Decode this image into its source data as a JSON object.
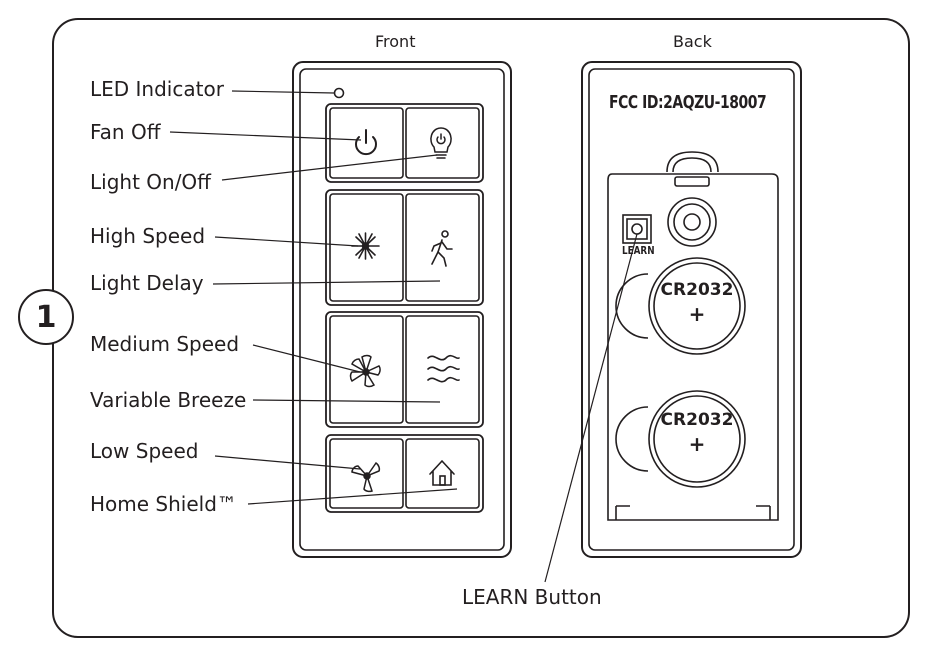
{
  "step_number": "1",
  "sides": {
    "front": "Front",
    "back": "Back"
  },
  "labels": {
    "led_indicator": "LED Indicator",
    "fan_off": "Fan Off",
    "light_on_off": "Light On/Off",
    "high_speed": "High Speed",
    "light_delay": "Light Delay",
    "medium_speed": "Medium Speed",
    "variable_breeze": "Variable Breeze",
    "low_speed": "Low Speed",
    "home_shield": "Home Shield™",
    "learn_button": "LEARN Button"
  },
  "back": {
    "fcc_id": "FCC ID:2AQZU-18007",
    "learn_text": "LEARN",
    "battery_type": "CR2032",
    "battery_polarity": "+"
  },
  "icons": {
    "fan_off": "power-icon",
    "light_on_off": "bulb-power-icon",
    "high_speed": "fan-high-icon",
    "light_delay": "walking-person-icon",
    "medium_speed": "fan-medium-icon",
    "variable_breeze": "breeze-waves-icon",
    "low_speed": "fan-low-icon",
    "home_shield": "home-icon"
  }
}
